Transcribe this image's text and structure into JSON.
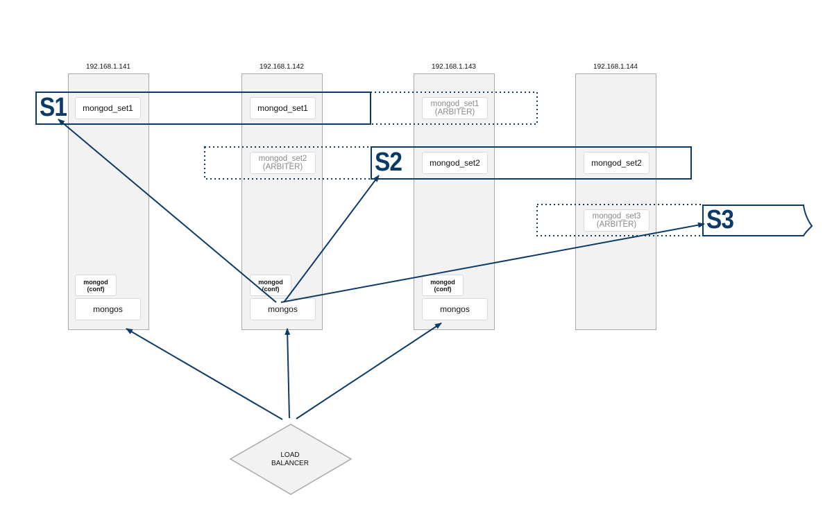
{
  "servers": [
    {
      "ip": "192.168.1.141"
    },
    {
      "ip": "192.168.1.142"
    },
    {
      "ip": "192.168.1.143"
    },
    {
      "ip": "192.168.1.144"
    }
  ],
  "shards": {
    "s1": {
      "label": "S1"
    },
    "s2": {
      "label": "S2"
    },
    "s3": {
      "label": "S3"
    }
  },
  "processes": {
    "set1_141": "mongod_set1",
    "set1_142": "mongod_set1",
    "set1_arbiter_name": "mongod_set1",
    "set1_arbiter_role": "(ARBITER)",
    "set2_arbiter_name": "mongod_set2",
    "set2_arbiter_role": "(ARBITER)",
    "set2_143": "mongod_set2",
    "set2_144": "mongod_set2",
    "set3_arbiter_name": "mongod_set3",
    "set3_arbiter_role": "(ARBITER)",
    "conf_name": "mongod",
    "conf_role": "(conf)",
    "mongos": "mongos"
  },
  "load_balancer": {
    "line1": "LOAD",
    "line2": "BALANCER"
  },
  "colors": {
    "shard_border": "#0b3a66",
    "arrow": "#0b3a66",
    "column_fill": "#f2f2f2",
    "column_border": "#a8a8a8",
    "arbiter_text": "#888888"
  }
}
